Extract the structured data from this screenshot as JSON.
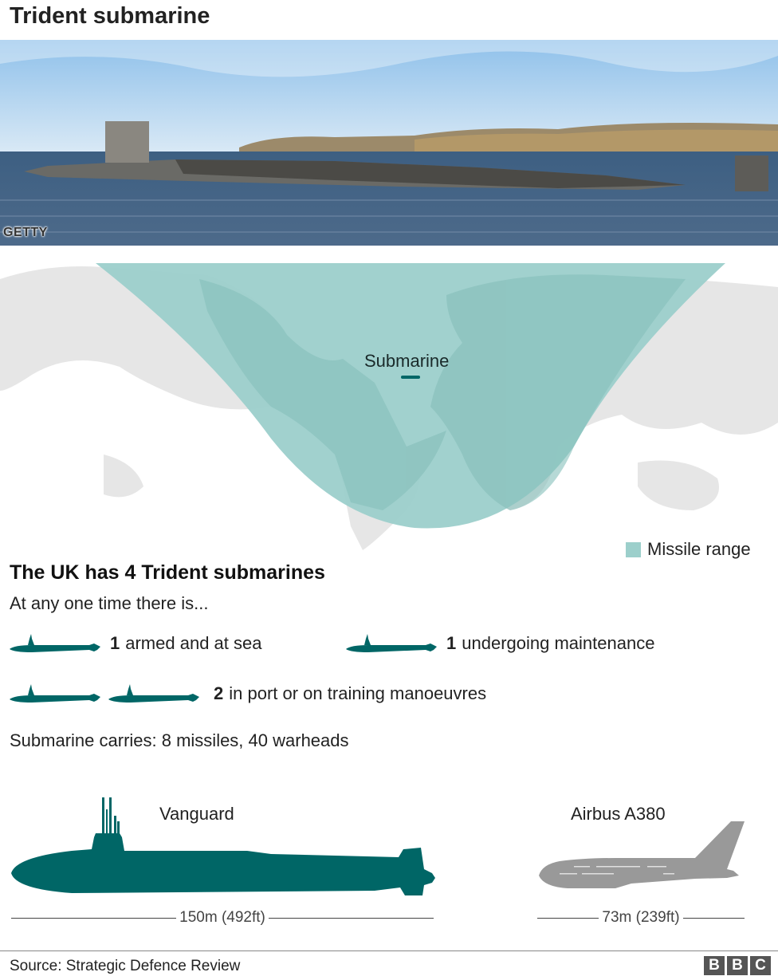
{
  "title": "Trident submarine",
  "photo": {
    "credit": "GETTY"
  },
  "map": {
    "submarine_label": "Submarine",
    "legend_label": "Missile range",
    "range_color": "#9ccfcb",
    "land_color": "#e6e6e6"
  },
  "fleet": {
    "heading": "The UK has 4 Trident submarines",
    "subheading": "At any one time there is...",
    "items": [
      {
        "count": "1",
        "label": "armed and at sea",
        "icons": 1
      },
      {
        "count": "1",
        "label": "undergoing maintenance",
        "icons": 1
      },
      {
        "count": "2",
        "label": "in port or on training manoeuvres",
        "icons": 2
      }
    ],
    "carries": "Submarine carries: 8 missiles, 40 warheads",
    "sub_color": "#006666"
  },
  "comparison": {
    "submarine": {
      "name": "Vanguard",
      "length": "150m (492ft)",
      "color": "#006666"
    },
    "aircraft": {
      "name": "Airbus A380",
      "length": "73m (239ft)",
      "color": "#999999"
    }
  },
  "footer": {
    "source": "Source: Strategic Defence Review",
    "logo": [
      "B",
      "B",
      "C"
    ]
  }
}
